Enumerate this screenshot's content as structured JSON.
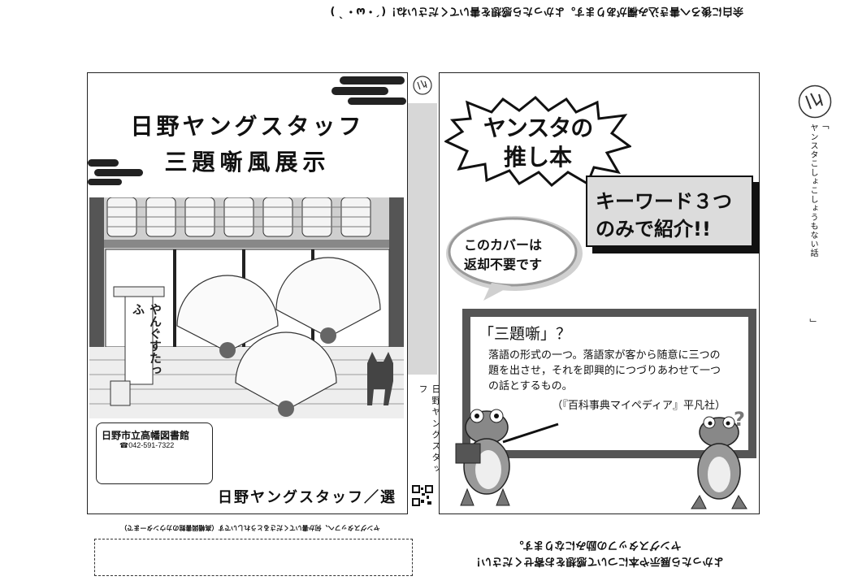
{
  "top_note": "余白に後ろへ書き込み欄があります。よかったら感想を書いてくださいね！(´・ω・｀)",
  "left_cover": {
    "title_line1": "日野ヤングスタッフ",
    "title_line2": "三題噺風展示",
    "lantern_sign": "やんぐすたっふ",
    "library_name": "日野市立高幡図書館",
    "library_phone": "☎042-591-7322",
    "byline": "日野ヤングスタッフ／選"
  },
  "spine": {
    "text": "日野ヤングスタッフ"
  },
  "right_cover": {
    "burst_line1": "ヤンスタの",
    "burst_line2": "推し本",
    "keyword_line1": "キーワード３つ",
    "keyword_line2": "のみで紹介!!",
    "bubble_line1": "このカバーは",
    "bubble_line2": "返却不要です",
    "board_title": "「三題噺」？",
    "board_body": "落語の形式の一つ。落語家が客から随意に三つの題を出させ，それを即興的につづりあわせて一つの話とするもの。",
    "board_source": "（『百科事典マイペディア』平凡社）",
    "question_mark": "?"
  },
  "right_margin": {
    "series_text": "ヤンスタこしょこしょうもない話",
    "bracket_open": "「",
    "bracket_close": "」"
  },
  "bottom_left_note": "ヤングスタッフへ、何か書いてくださるとうれしいです（高幡図書館のカウンターまで）",
  "bottom_right_line1": "よかったら展示や本について感想をお寄せください！",
  "bottom_right_line2": "ヤングスタッフの励みになります。"
}
